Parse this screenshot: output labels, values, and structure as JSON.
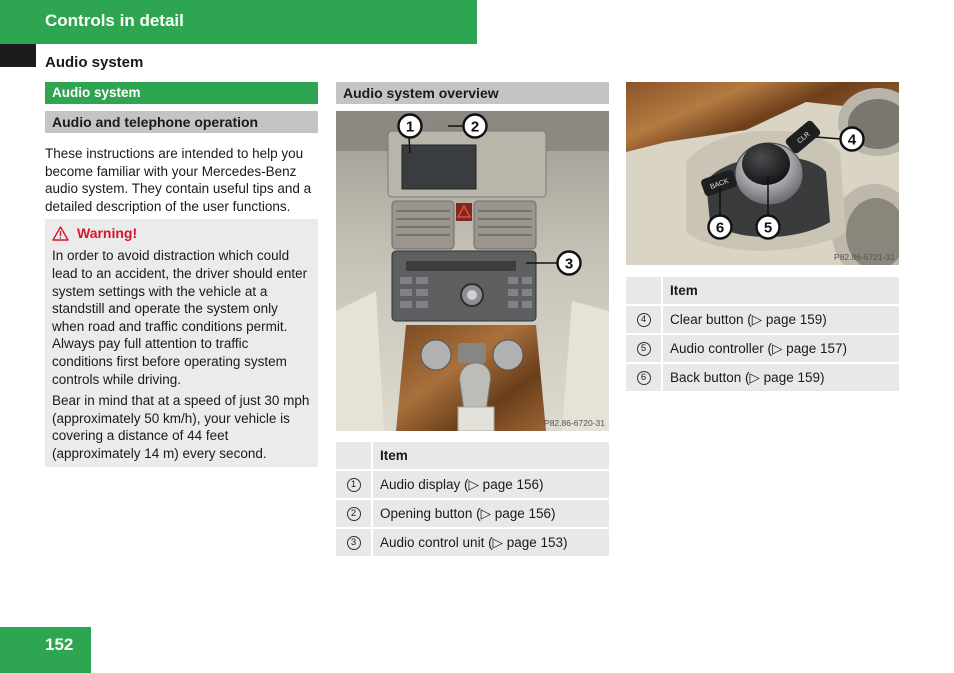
{
  "header": {
    "chapter": "Controls in detail",
    "section": "Audio system"
  },
  "col1": {
    "green_heading": "Audio system",
    "gray_heading": "Audio and telephone operation",
    "intro": "These instructions are intended to help you become familiar with your Mercedes-Benz audio system. They contain useful tips and a detailed description of the user functions.",
    "warning": {
      "title": "Warning!",
      "p1": "In order to avoid distraction which could lead to an accident, the driver should enter system settings with the vehicle at a standstill and operate the system only when road and traffic conditions permit. Always pay full attention to traffic conditions first before operating system controls while driving.",
      "p2": "Bear in mind that at a speed of just 30 mph (approximately 50 km/h), your vehicle is covering a distance of 44 feet (approximately 14 m) every second."
    }
  },
  "col2": {
    "gray_heading": "Audio system overview",
    "photo_code": "P82.86-6720-31",
    "callouts": [
      "1",
      "2",
      "3"
    ],
    "table": {
      "header": "Item",
      "rows": [
        {
          "num": "1",
          "text": "Audio display (▷ page 156)"
        },
        {
          "num": "2",
          "text": "Opening button (▷ page 156)"
        },
        {
          "num": "3",
          "text": "Audio control unit (▷ page 153)"
        }
      ]
    }
  },
  "col3": {
    "photo_code": "P82.86-6721-31",
    "callouts": [
      "4",
      "5",
      "6"
    ],
    "back_label": "BACK",
    "clr_label": "CLR",
    "table": {
      "header": "Item",
      "rows": [
        {
          "num": "4",
          "text": "Clear button (▷ page 159)"
        },
        {
          "num": "5",
          "text": "Audio controller (▷ page 157)"
        },
        {
          "num": "6",
          "text": "Back button (▷ page 159)"
        }
      ]
    }
  },
  "footer": {
    "page_number": "152"
  },
  "colors": {
    "brand_green": "#2ea550",
    "warning_red": "#d4162a",
    "gray_heading": "#c4c4c4"
  },
  "icons": {
    "warning": "warning-triangle-icon"
  }
}
